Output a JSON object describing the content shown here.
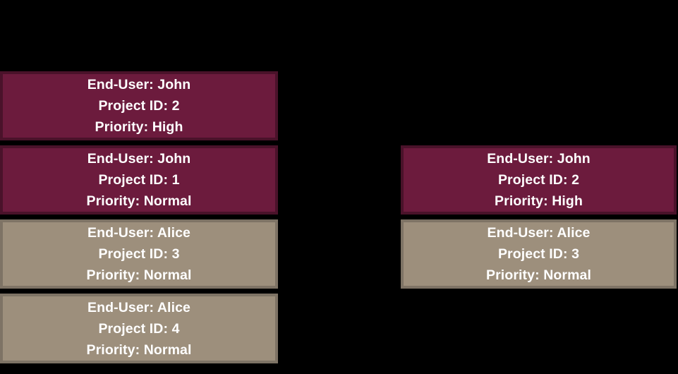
{
  "background_color": "#000000",
  "palette": {
    "maroon_fill": "#6C1B3D",
    "maroon_border": "#4A122A",
    "tan_fill": "#9D8F7C",
    "tan_border": "#7E7365",
    "text_color": "#FFFFFF"
  },
  "labels": {
    "end_user_prefix": "End-User:",
    "project_id_prefix": "Project ID:",
    "priority_prefix": "Priority:"
  },
  "left_column": {
    "cards": [
      {
        "theme": "maroon",
        "end_user_line": "End-User: John",
        "project_id_line": "Project ID: 2",
        "priority_line": "Priority: High",
        "end_user": "John",
        "project_id": "2",
        "priority": "High"
      },
      {
        "theme": "maroon",
        "end_user_line": "End-User: John",
        "project_id_line": "Project ID: 1",
        "priority_line": "Priority: Normal",
        "end_user": "John",
        "project_id": "1",
        "priority": "Normal"
      },
      {
        "theme": "tan",
        "end_user_line": "End-User: Alice",
        "project_id_line": "Project ID: 3",
        "priority_line": "Priority: Normal",
        "end_user": "Alice",
        "project_id": "3",
        "priority": "Normal"
      },
      {
        "theme": "tan",
        "end_user_line": "End-User: Alice",
        "project_id_line": "Project ID: 4",
        "priority_line": "Priority: Normal",
        "end_user": "Alice",
        "project_id": "4",
        "priority": "Normal"
      }
    ]
  },
  "right_column": {
    "cards": [
      {
        "theme": "maroon",
        "end_user_line": "End-User: John",
        "project_id_line": "Project ID: 2",
        "priority_line": "Priority: High",
        "end_user": "John",
        "project_id": "2",
        "priority": "High"
      },
      {
        "theme": "tan",
        "end_user_line": "End-User: Alice",
        "project_id_line": "Project ID: 3",
        "priority_line": "Priority: Normal",
        "end_user": "Alice",
        "project_id": "3",
        "priority": "Normal"
      }
    ]
  }
}
